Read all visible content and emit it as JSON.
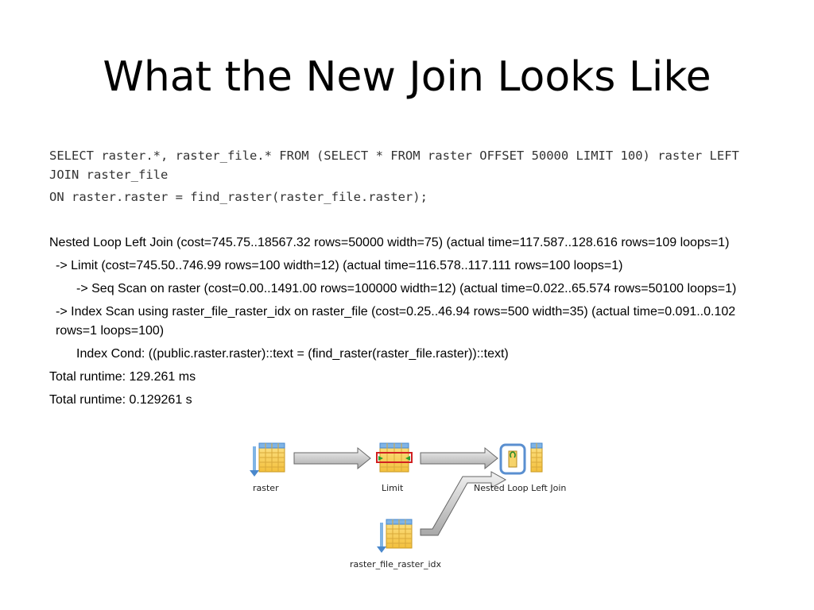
{
  "slide": {
    "title": "What the New Join Looks Like"
  },
  "sql": {
    "line1": "SELECT raster.*, raster_file.* FROM (SELECT * FROM raster OFFSET 50000 LIMIT 100) raster LEFT JOIN raster_file",
    "line2": "ON raster.raster = find_raster(raster_file.raster);"
  },
  "plan": {
    "nested_loop": "Nested Loop Left Join  (cost=745.75..18567.32 rows=50000 width=75) (actual time=117.587..128.616 rows=109 loops=1)",
    "limit": "->  Limit  (cost=745.50..746.99 rows=100 width=12) (actual time=116.578..117.111 rows=100 loops=1)",
    "seq_scan": "->  Seq Scan on raster  (cost=0.00..1491.00 rows=100000 width=12) (actual time=0.022..65.574 rows=50100 loops=1)",
    "index_scan": "->  Index Scan using raster_file_raster_idx on raster_file  (cost=0.25..46.94 rows=500 width=35) (actual time=0.091..0.102 rows=1 loops=100)",
    "index_cond": "Index Cond: ((public.raster.raster)::text = (find_raster(raster_file.raster))::text)",
    "runtime_ms": "Total runtime: 129.261 ms",
    "runtime_s": "Total runtime: 0.129261 s"
  },
  "diagram": {
    "nodes": {
      "raster": "raster",
      "limit": "Limit",
      "nested_loop": "Nested Loop Left Join",
      "index": "raster_file_raster_idx"
    },
    "icons": {
      "table": "table-scan-icon",
      "limit": "limit-icon",
      "join": "nested-loop-icon"
    }
  }
}
